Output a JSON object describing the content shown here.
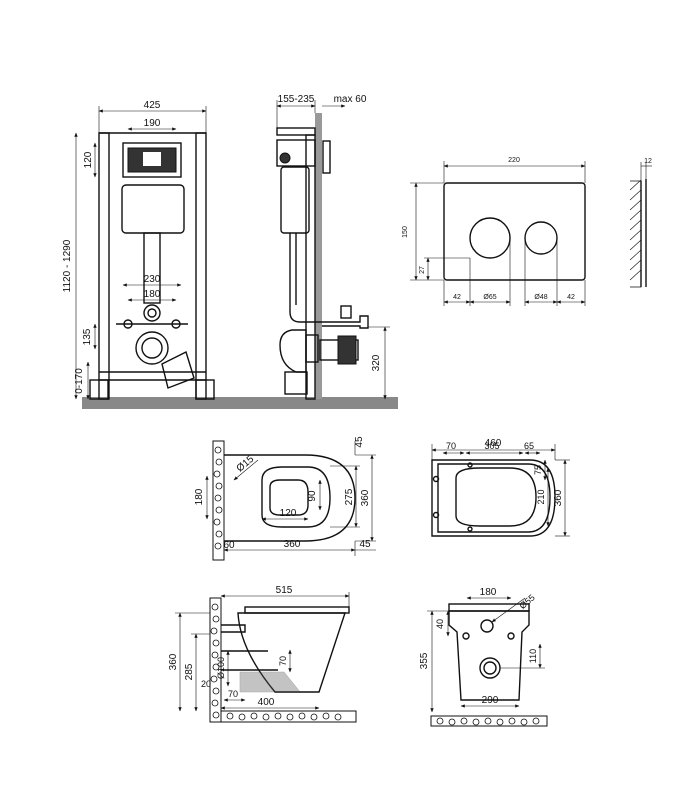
{
  "colors": {
    "line": "#111111",
    "fill_dark": "#333333",
    "background": "#ffffff",
    "ground": "#888888"
  },
  "installation_front": {
    "width": "425",
    "button_width": "190",
    "top_offset": "120",
    "height_range": "1120 - 1290",
    "bolt_spacing_outer": "230",
    "bolt_spacing_inner": "180",
    "bolt_height": "135",
    "foot_range": "0-170"
  },
  "installation_side": {
    "depth_range": "155-235",
    "wall_offset": "max 60",
    "outlet_height": "320"
  },
  "flush_plate": {
    "width": "220",
    "height": "150",
    "thickness": "12",
    "button_offset_y": "27",
    "left_margin": "42",
    "left_button": "Ø65",
    "right_button": "Ø48",
    "right_margin": "42"
  },
  "bowl_top": {
    "fix_hole": "Ø15",
    "top_gap": "45",
    "length_a": "275",
    "length_b": "360",
    "side_height": "180",
    "inner_width": "120",
    "inner_height": "90",
    "wall_gap": "60",
    "bottom_length": "360",
    "bottom_gap": "45"
  },
  "bowl_front": {
    "width": "460",
    "left_part": "70",
    "mid_part": "305",
    "right_part": "65",
    "top_depth": "75",
    "inner_depth": "210",
    "total_depth": "360"
  },
  "bowl_side": {
    "length": "515",
    "height": "360",
    "rim_height": "285",
    "outlet_dia": "Ø100",
    "drop": "70",
    "base_offset": "20",
    "foot": "70",
    "base_length": "400"
  },
  "bowl_back": {
    "bolt_spacing": "180",
    "hole_dia": "Ø55",
    "bolt_height": "40",
    "total_height": "355",
    "outlet_height": "110",
    "base_width": "290"
  }
}
